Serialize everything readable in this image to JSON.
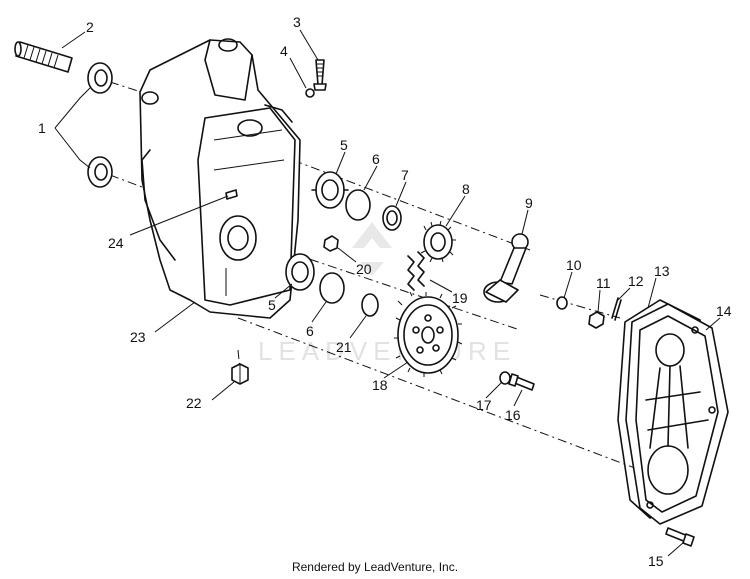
{
  "footer_text": "Rendered by LeadVenture, Inc.",
  "watermark_text": "LEADVENTURE",
  "callouts": {
    "c1": "1",
    "c2": "2",
    "c3": "3",
    "c4": "4",
    "c5a": "5",
    "c5b": "5",
    "c6a": "6",
    "c6b": "6",
    "c7": "7",
    "c8": "8",
    "c9": "9",
    "c10": "10",
    "c11": "11",
    "c12": "12",
    "c13": "13",
    "c14": "14",
    "c15": "15",
    "c16": "16",
    "c17": "17",
    "c18": "18",
    "c19": "19",
    "c20": "20",
    "c21": "21",
    "c22": "22",
    "c23": "23",
    "c24": "24"
  },
  "colors": {
    "line": "#111111",
    "background": "#ffffff",
    "watermark": "#e2e2e2"
  }
}
